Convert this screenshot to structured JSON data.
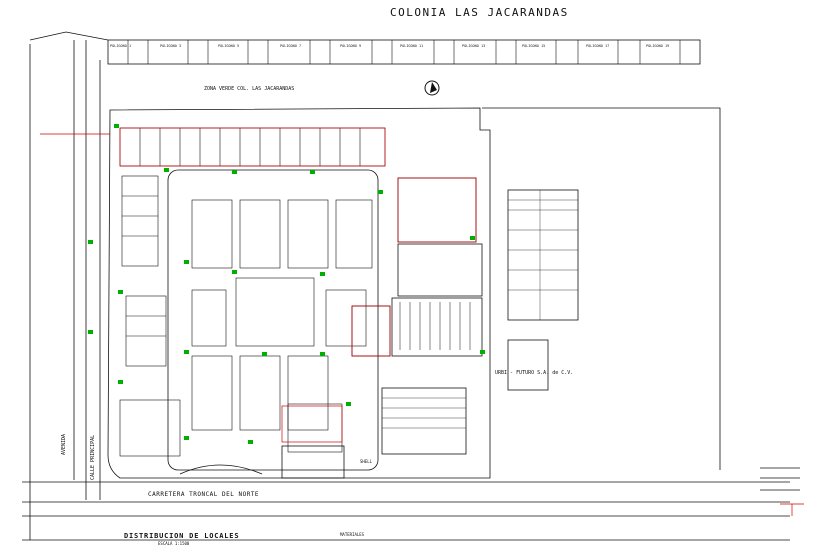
{
  "title": "COLONIA LAS JACARANDAS",
  "street_top": "ZONA VERDE COL. LAS JACARANDAS",
  "highway": "CARRETERA TRONCAL DEL NORTE",
  "avenue_left": "AVENIDA",
  "street_left": "CALLE PRINCIPAL",
  "distribution_title": "DISTRIBUCION DE LOCALES",
  "scale_note": "ESCALA 1:1500",
  "station_label": "SHELL",
  "company_label": "URBI - FUTURO S.A. de C.V.",
  "material_label": "MATERIALES",
  "north_icon": "north-arrow-icon",
  "colors": {
    "line": "#111111",
    "accent_red": "#d00000",
    "accent_green": "#00b000"
  },
  "top_lots": [
    "POLIGONO 1",
    "POLIGONO 3",
    "POLIGONO 5",
    "POLIGONO 7",
    "POLIGONO 9",
    "POLIGONO 11",
    "POLIGONO 13",
    "POLIGONO 15",
    "POLIGONO 17",
    "POLIGONO 19"
  ]
}
